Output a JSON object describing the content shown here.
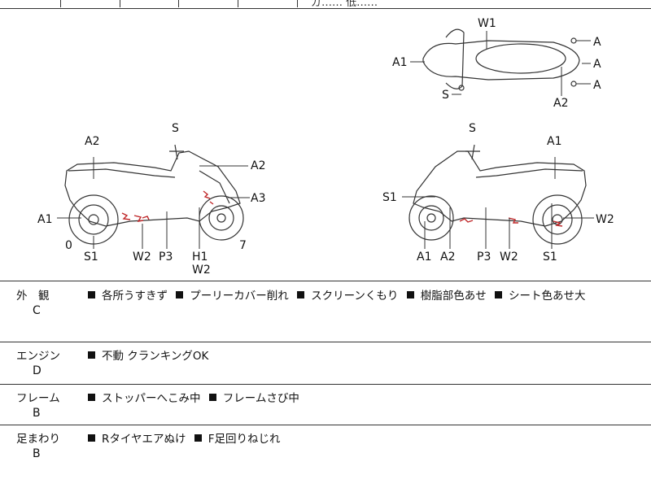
{
  "header_cut_text": "ガ…… 低……",
  "diagram": {
    "left_view": {
      "labels": [
        "A2",
        "S",
        "A2",
        "A3",
        "A1",
        "0",
        "S1",
        "W2",
        "P3",
        "H1",
        "W2",
        "7"
      ]
    },
    "right_view": {
      "labels": [
        "S",
        "A1",
        "S1",
        "W2",
        "A1",
        "A2",
        "P3",
        "W2",
        "S1"
      ]
    },
    "top_view": {
      "labels": [
        "W1",
        "A",
        "A1",
        "A",
        "A",
        "S",
        "A2"
      ]
    },
    "damage_color": "#c0282a"
  },
  "rows": [
    {
      "label": "外　観",
      "grade": "C",
      "items": [
        "各所うすきず",
        "プーリーカバー削れ",
        "スクリーンくもり",
        "樹脂部色あせ",
        "シート色あせ大"
      ]
    },
    {
      "label": "エンジン",
      "grade": "D",
      "items": [
        "不動 クランキングOK"
      ]
    },
    {
      "label": "フレーム",
      "grade": "B",
      "items": [
        "ストッパーへこみ中",
        "フレームさび中"
      ]
    },
    {
      "label": "足まわり",
      "grade": "B",
      "items": [
        "Rタイヤエアぬけ",
        "F足回りねじれ"
      ]
    }
  ]
}
